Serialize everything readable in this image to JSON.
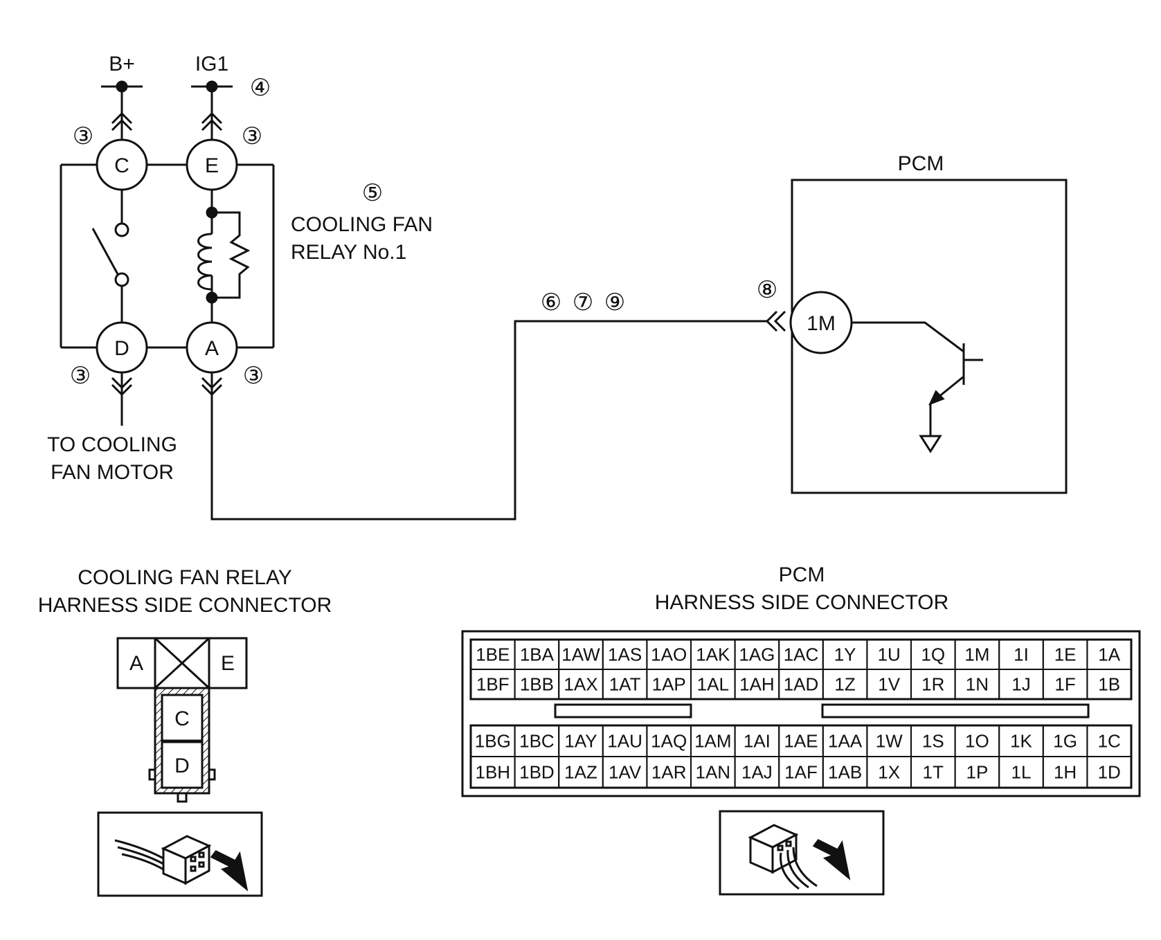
{
  "power": {
    "bplus": "B+",
    "ig1": "IG1"
  },
  "markers": {
    "m3": "③",
    "m4": "④",
    "m5": "⑤",
    "m6": "⑥",
    "m7": "⑦",
    "m8": "⑧",
    "m9": "⑨"
  },
  "relay": {
    "name_line1": "COOLING FAN",
    "name_line2": "RELAY No.1",
    "terminals": {
      "c": "C",
      "e": "E",
      "d": "D",
      "a": "A"
    }
  },
  "motor_label": {
    "line1": "TO COOLING",
    "line2": "FAN MOTOR"
  },
  "pcm": {
    "title": "PCM",
    "terminal": "1M"
  },
  "relay_connector": {
    "title_line1": "COOLING FAN RELAY",
    "title_line2": "HARNESS SIDE CONNECTOR",
    "terminals": {
      "a": "A",
      "e": "E",
      "c": "C",
      "d": "D"
    }
  },
  "pcm_connector": {
    "title_line1": "PCM",
    "title_line2": "HARNESS SIDE CONNECTOR",
    "top_rows": [
      [
        "1BE",
        "1BA",
        "1AW",
        "1AS",
        "1AO",
        "1AK",
        "1AG",
        "1AC",
        "1Y",
        "1U",
        "1Q",
        "1M",
        "1I",
        "1E",
        "1A"
      ],
      [
        "1BF",
        "1BB",
        "1AX",
        "1AT",
        "1AP",
        "1AL",
        "1AH",
        "1AD",
        "1Z",
        "1V",
        "1R",
        "1N",
        "1J",
        "1F",
        "1B"
      ]
    ],
    "bottom_rows": [
      [
        "1BG",
        "1BC",
        "1AY",
        "1AU",
        "1AQ",
        "1AM",
        "1AI",
        "1AE",
        "1AA",
        "1W",
        "1S",
        "1O",
        "1K",
        "1G",
        "1C"
      ],
      [
        "1BH",
        "1BD",
        "1AZ",
        "1AV",
        "1AR",
        "1AN",
        "1AJ",
        "1AF",
        "1AB",
        "1X",
        "1T",
        "1P",
        "1L",
        "1H",
        "1D"
      ]
    ]
  }
}
